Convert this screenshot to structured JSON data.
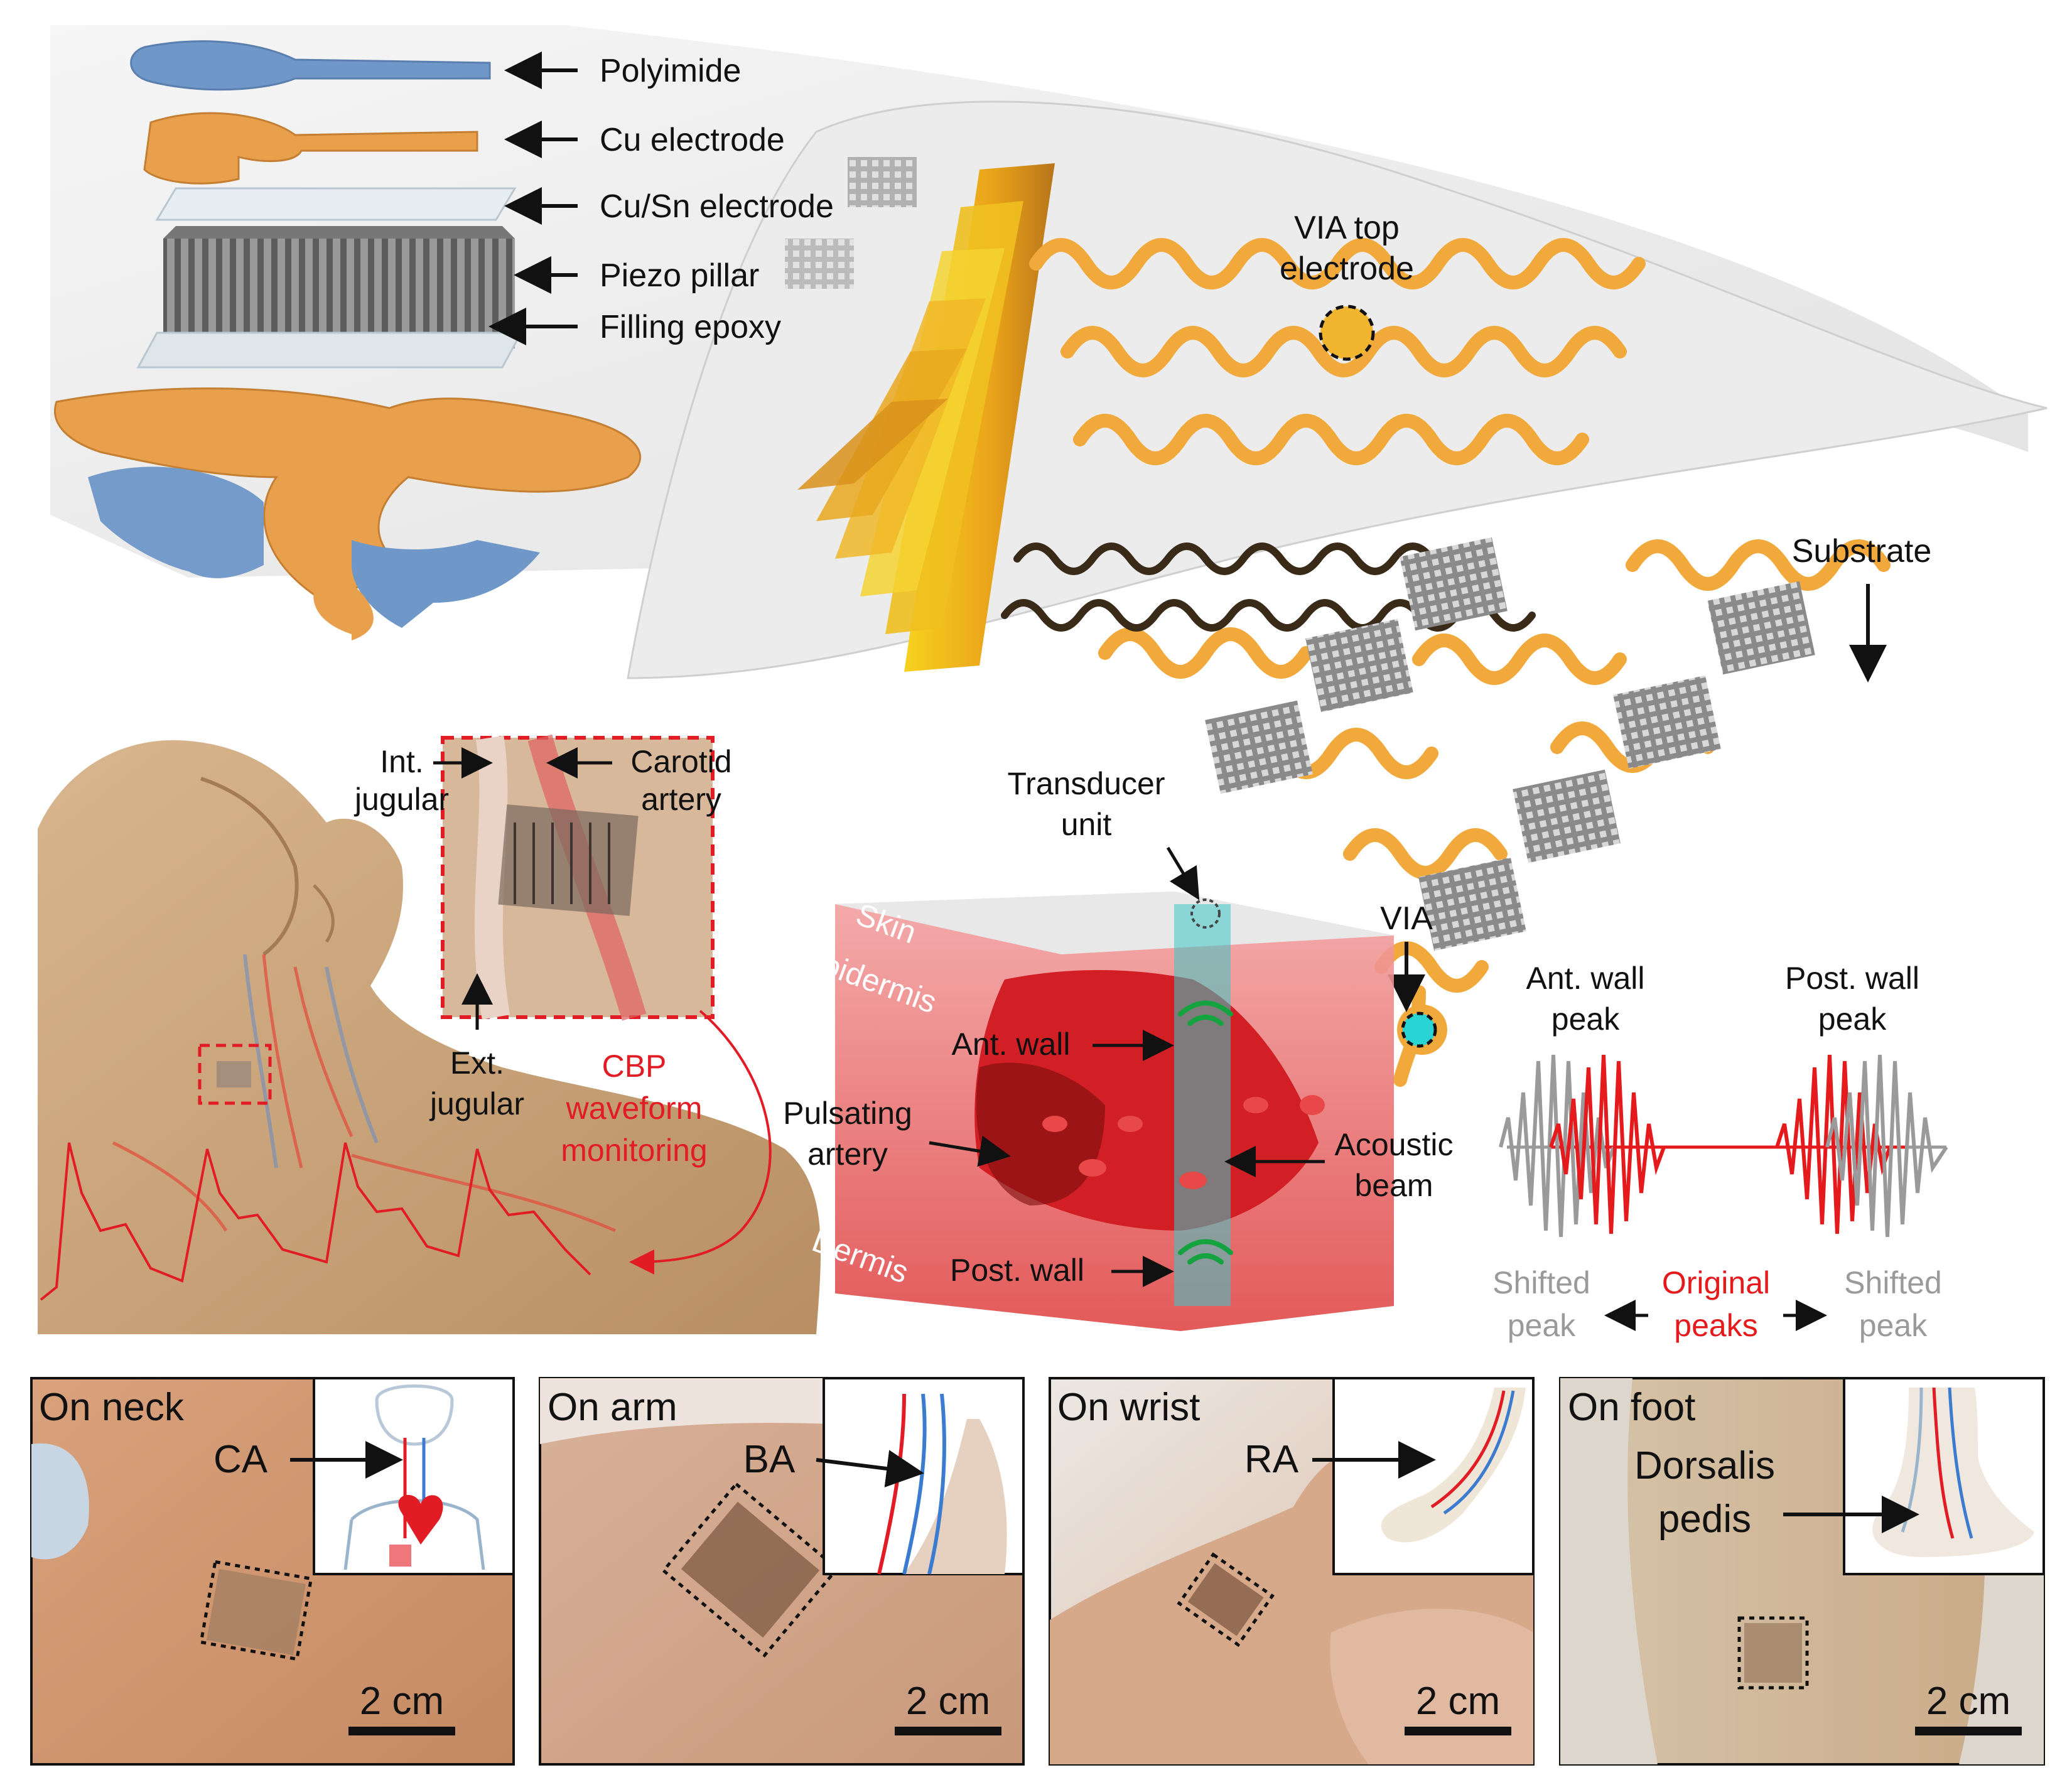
{
  "layers": {
    "polyimide": "Polyimide",
    "cu": "Cu electrode",
    "cusn": "Cu/Sn electrode",
    "piezo": "Piezo pillar",
    "epoxy": "Filling epoxy"
  },
  "device": {
    "via_top_1": "VIA top",
    "via_top_2": "electrode",
    "substrate": "Substrate",
    "via": "VIA"
  },
  "neck": {
    "int_1": "Int.",
    "int_2": "jugular",
    "carotid_1": "Carotid",
    "carotid_2": "artery",
    "ext_1": "Ext.",
    "ext_2": "jugular",
    "cbp_1": "CBP",
    "cbp_2": "waveform",
    "cbp_3": "monitoring"
  },
  "tissue": {
    "transducer_1": "Transducer",
    "transducer_2": "unit",
    "skin_1": "Skin",
    "skin_2": "epidermis",
    "ant_wall": "Ant. wall",
    "pulsating_1": "Pulsating",
    "pulsating_2": "artery",
    "acoustic_1": "Acoustic",
    "acoustic_2": "beam",
    "dermis": "Dermis",
    "post_wall": "Post. wall"
  },
  "signal": {
    "ant_peak_1": "Ant. wall",
    "ant_peak_2": "peak",
    "post_peak_1": "Post. wall",
    "post_peak_2": "peak",
    "shifted_l_1": "Shifted",
    "shifted_l_2": "peak",
    "original_1": "Original",
    "original_2": "peaks",
    "shifted_r_1": "Shifted",
    "shifted_r_2": "peak"
  },
  "panels": [
    {
      "title": "On neck",
      "label": "CA",
      "scale": "2 cm"
    },
    {
      "title": "On arm",
      "label": "BA",
      "scale": "2 cm"
    },
    {
      "title": "On wrist",
      "label": "RA",
      "scale": "2 cm"
    },
    {
      "title": "On foot",
      "label_1": "Dorsalis",
      "label_2": "pedis",
      "scale": "2 cm"
    }
  ],
  "colors": {
    "polyimide": "#6f97c8",
    "copper": "#e8a04c",
    "artery_red": "#e21c24",
    "signal_red": "#e41a1c",
    "signal_gray": "#9a9a9a",
    "skin": "#c9a27a"
  }
}
